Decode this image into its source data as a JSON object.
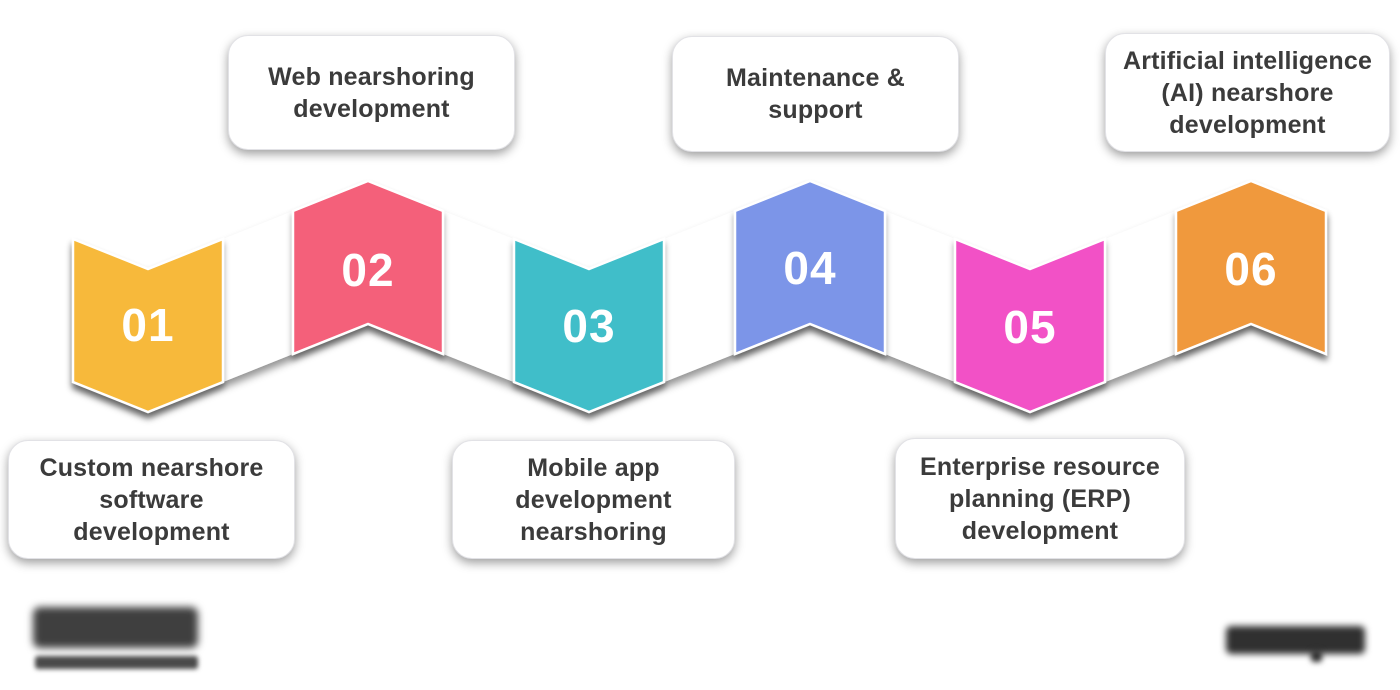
{
  "canvas": {
    "background": "#ffffff"
  },
  "ribbon": {
    "band_color": "#ffffff",
    "steps": [
      {
        "number": "01",
        "color": "#F7B93B"
      },
      {
        "number": "02",
        "color": "#F4607A"
      },
      {
        "number": "03",
        "color": "#3FBEC9"
      },
      {
        "number": "04",
        "color": "#7C95E8"
      },
      {
        "number": "05",
        "color": "#F251C6"
      },
      {
        "number": "06",
        "color": "#F0993E"
      }
    ]
  },
  "callouts": {
    "top": [
      {
        "text": "Web nearshoring\ndevelopment"
      },
      {
        "text": "Maintenance &\nsupport"
      },
      {
        "text": "Artificial intelligence\n(AI) nearshore\ndevelopment"
      }
    ],
    "bottom": [
      {
        "text": "Custom nearshore\nsoftware\ndevelopment"
      },
      {
        "text": "Mobile app\ndevelopment\nnearshoring"
      },
      {
        "text": "Enterprise resource\nplanning (ERP)\ndevelopment"
      }
    ]
  },
  "branding": {
    "left_logo_color": "#3f3f3f",
    "left_tagline_color": "#4a4a4a",
    "right_mark_color": "#303030"
  }
}
